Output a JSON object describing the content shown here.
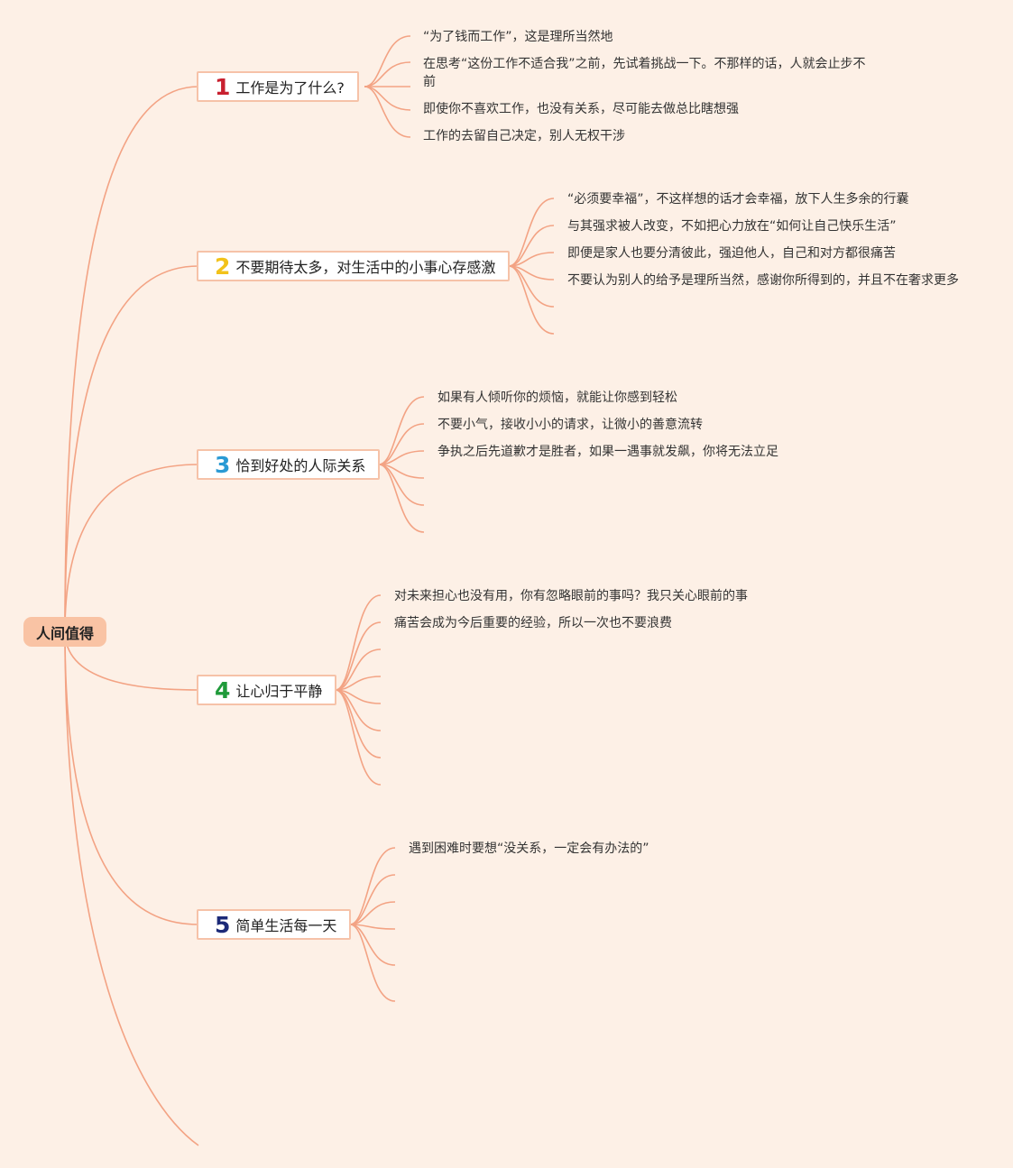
{
  "root": {
    "label": "人间值得"
  },
  "colors": {
    "line": "#f3a384",
    "background": "#fdf0e6",
    "root_fill": "#f9c3a4",
    "topic_border": "#f6c2a8"
  },
  "branches": [
    {
      "number": "1",
      "number_color": "#c8202f",
      "title": "工作是为了什么?",
      "items": [
        "“为了钱而工作”，这是理所当然地",
        "在思考“这份工作不适合我”之前，先试着挑战一下。不那样的话，人就会止步不前",
        "即使你不喜欢工作，也没有关系，尽可能去做总比瞎想强",
        "工作的去留自己决定，别人无权干涉"
      ]
    },
    {
      "number": "2",
      "number_color": "#f2c21a",
      "title": "不要期待太多，对生活中的小事心存感激",
      "items": [
        "“必须要幸福”，不这样想的话才会幸福，放下人生多余的行囊",
        "与其强求被人改变，不如把心力放在“如何让自己快乐生活”",
        "即便是家人也要分清彼此，强迫他人，自己和对方都很痛苦",
        "不要认为别人的给予是理所当然，感谢你所得到的，并且不在奢求更多"
      ]
    },
    {
      "number": "3",
      "number_color": "#2a9ad4",
      "title": "恰到好处的人际关系",
      "items": [
        "如果有人倾听你的烦恼，就能让你感到轻松",
        "不要小气，接收小小的请求，让微小的善意流转",
        "争执之后先道歉才是胜者，如果一遇事就发飙，你将无法立足"
      ]
    },
    {
      "number": "4",
      "number_color": "#1f9a3a",
      "title": "让心归于平静",
      "items": [
        "对未来担心也没有用，你有忽略眼前的事吗？我只关心眼前的事",
        "痛苦会成为今后重要的经验，所以一次也不要浪费"
      ]
    },
    {
      "number": "5",
      "number_color": "#1c2a78",
      "title": "简单生活每一天",
      "items": [
        "遇到困难时要想“没关系，一定会有办法的”"
      ]
    }
  ]
}
